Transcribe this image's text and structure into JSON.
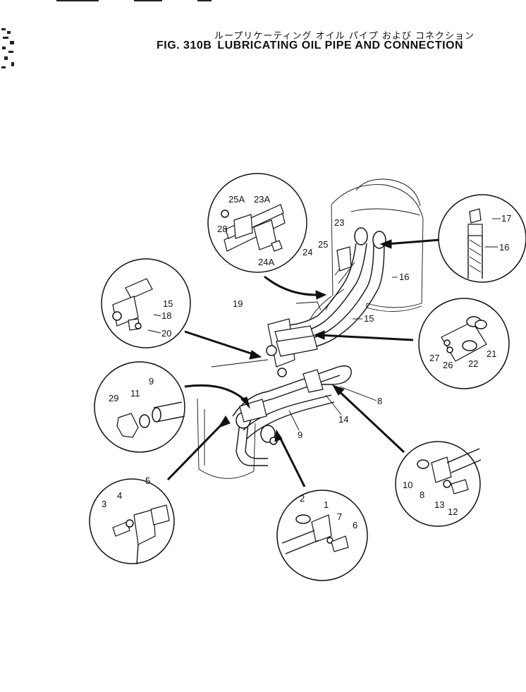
{
  "header": {
    "title_jp": "ループリケーティング オイル パイプ および コネクション",
    "fig_label": "FIG. 310B",
    "title_en": "LUBRICATING OIL PIPE AND CONNECTION"
  },
  "callouts": {
    "p1": "1",
    "p2": "2",
    "p3": "3",
    "p4": "4",
    "p5": "5",
    "p6": "6",
    "p7": "7",
    "p8a": "8",
    "p8b": "8",
    "p9a": "9",
    "p9b": "9",
    "p10": "10",
    "p11": "11",
    "p12": "12",
    "p13": "13",
    "p14": "14",
    "p15a": "15",
    "p15b": "15",
    "p16a": "16",
    "p16b": "16",
    "p17": "17",
    "p18": "18",
    "p19": "19",
    "p20": "20",
    "p21": "21",
    "p22": "22",
    "p23": "23",
    "p23a": "23A",
    "p24": "24",
    "p24a": "24A",
    "p25": "25",
    "p25a": "25A",
    "p26": "26",
    "p27": "27",
    "p28": "28",
    "p29": "29"
  }
}
